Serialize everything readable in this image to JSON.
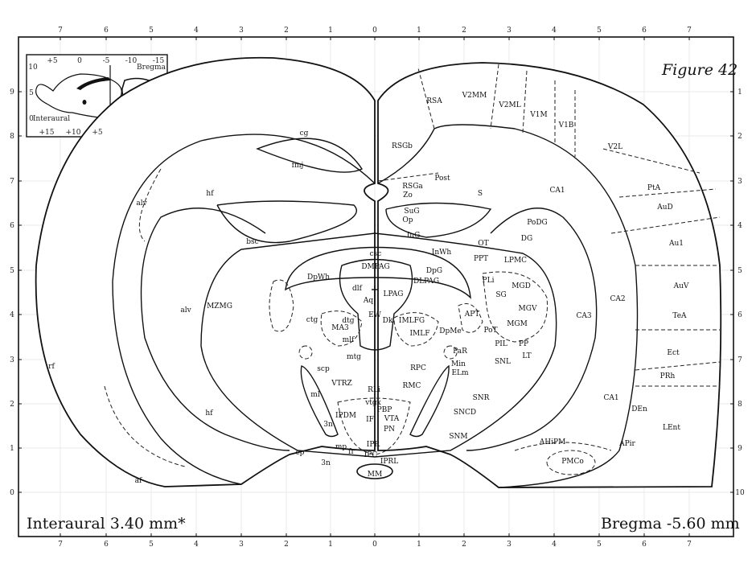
{
  "figure_title": "Figure 42",
  "interaural": "Interaural 3.40 mm*",
  "bregma": "Bregma -5.60 mm",
  "axis": {
    "top": [
      "7",
      "6",
      "5",
      "4",
      "3",
      "2",
      "1",
      "0",
      "1",
      "2",
      "3",
      "4",
      "5",
      "6",
      "7"
    ],
    "bottom": [
      "7",
      "6",
      "5",
      "4",
      "3",
      "2",
      "1",
      "0",
      "1",
      "2",
      "3",
      "4",
      "5",
      "6",
      "7"
    ],
    "left": [
      "9",
      "8",
      "7",
      "6",
      "5",
      "4",
      "3",
      "2",
      "1",
      "0"
    ],
    "right": [
      "1",
      "2",
      "3",
      "4",
      "5",
      "6",
      "7",
      "8",
      "9",
      "10"
    ]
  },
  "inset": {
    "top_ticks": [
      "+5",
      "0",
      "-5",
      "-10",
      "-15"
    ],
    "left_ticks": [
      "10",
      "5",
      "0"
    ],
    "bottom_ticks": [
      "+15",
      "+10",
      "+5"
    ],
    "bregma_label": "Bregma",
    "interaural_label": "Interaural"
  },
  "labels": [
    "RSA",
    "V2MM",
    "V2ML",
    "V1M",
    "V1B",
    "V2L",
    "RSGb",
    "RSGa",
    "Post",
    "Zo",
    "SuG",
    "S",
    "CA1",
    "PtA",
    "AuD",
    "Au1",
    "AuV",
    "TeA",
    "Ect",
    "PRh",
    "LEnt",
    "CA2",
    "CA3",
    "CA1",
    "DEn",
    "AHiPM",
    "APir",
    "PMCo",
    "Op",
    "InG",
    "InWh",
    "csc",
    "DMPAG",
    "DpG",
    "DLPAG",
    "DpWh",
    "dlf",
    "LPAG",
    "Aq",
    "EW",
    "Dk",
    "IMLFG",
    "IMLF",
    "dtg",
    "MA3",
    "mlf",
    "DpMe",
    "mtg",
    "ctg",
    "OT",
    "PoDG",
    "DG",
    "PPT",
    "LPMC",
    "PLi",
    "MGD",
    "SG",
    "MGV",
    "APT",
    "MGM",
    "PoT",
    "PIL",
    "PP",
    "LT",
    "SNL",
    "PaR",
    "Min",
    "ELm",
    "RPC",
    "RMC",
    "SNR",
    "SNCD",
    "SNM",
    "RLi",
    "vtgx",
    "PBP",
    "IPDM",
    "IF",
    "VTA",
    "PN",
    "IPR",
    "IPC",
    "IPRL",
    "MM",
    "mp",
    "fr",
    "3n",
    "3n",
    "cp",
    "ml",
    "VTRZ",
    "scp",
    "MZMG",
    "alv",
    "alv",
    "bsc",
    "hf",
    "hf",
    "cg",
    "fmj",
    "rf",
    "af"
  ]
}
